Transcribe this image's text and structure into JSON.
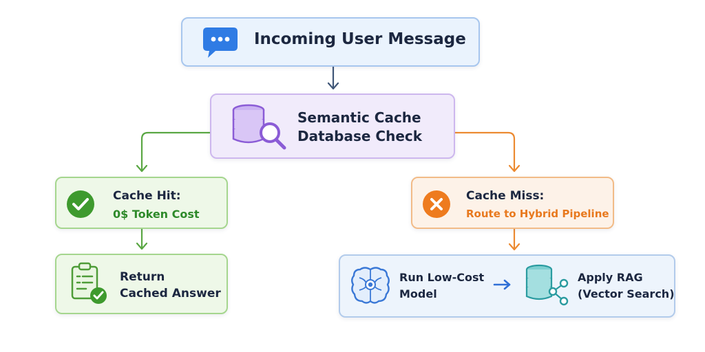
{
  "input": {
    "title": "Incoming User Message",
    "icon": "chat-bubble-icon"
  },
  "cache_check": {
    "line1": "Semantic Cache",
    "line2": "Database Check",
    "icon": "database-search-icon"
  },
  "cache_hit": {
    "line1": "Cache Hit:",
    "line2": "0$ Token Cost",
    "icon": "check-circle-icon"
  },
  "return_answer": {
    "line1": "Return",
    "line2": "Cached Answer",
    "icon": "clipboard-check-icon"
  },
  "cache_miss": {
    "line1": "Cache Miss:",
    "line2": "Route to Hybrid Pipeline",
    "icon": "x-circle-icon"
  },
  "pipeline": {
    "model_line1": "Run Low-Cost",
    "model_line2": "Model",
    "rag_line1": "Apply RAG",
    "rag_line2": "(Vector Search)",
    "model_icon": "brain-chip-icon",
    "rag_icon": "database-share-icon",
    "connector_icon": "arrow-right-icon"
  },
  "colors": {
    "hit_green": "#2e8a2a",
    "miss_orange": "#e8791e",
    "cache_purple": "#8b5cd6",
    "input_blue": "#2f7be4",
    "pipeline_blue": "#2f6fd6"
  }
}
